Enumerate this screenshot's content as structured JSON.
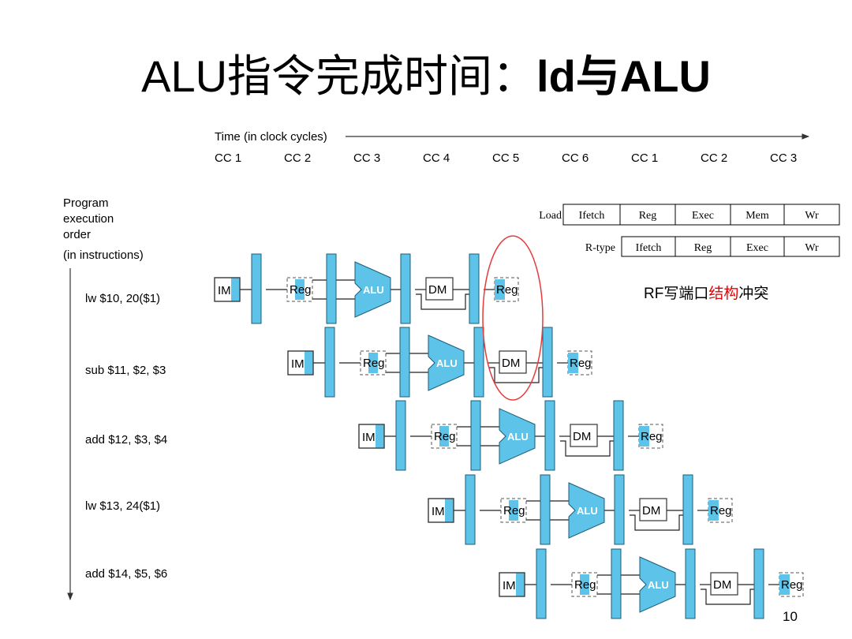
{
  "slide": {
    "title_plain": "ALU指令完成时间：",
    "title_bold": "ld与ALU",
    "page_number": "10"
  },
  "timeline": {
    "label": "Time (in clock cycles)",
    "cycles": [
      "CC 1",
      "CC 2",
      "CC 3",
      "CC 4",
      "CC 5",
      "CC 6",
      "CC 1",
      "CC 2",
      "CC 3"
    ]
  },
  "program_order_label": [
    "Program",
    "execution",
    "order",
    "(in instructions)"
  ],
  "instructions": [
    "lw $10, 20($1)",
    "sub $11, $2, $3",
    "add $12, $3, $4",
    "lw $13, 24($1)",
    "add $14, $5, $6"
  ],
  "stage_labels": {
    "im": "IM",
    "reg": "Reg",
    "alu": "ALU",
    "dm": "DM"
  },
  "stage_tables": [
    {
      "label": "Load",
      "stages": [
        "Ifetch",
        "Reg",
        "Exec",
        "Mem",
        "Wr"
      ]
    },
    {
      "label": "R-type",
      "stages": [
        "Ifetch",
        "Reg",
        "Exec",
        "Wr"
      ]
    }
  ],
  "annotation": {
    "prefix": "RF写端口",
    "highlight": "结构",
    "suffix": "冲突",
    "highlight_color": "#e60000"
  },
  "colors": {
    "stage_fill": "#5ec3e8",
    "stage_stroke": "#1d5d7a",
    "ellipse": "#e63b3b"
  }
}
